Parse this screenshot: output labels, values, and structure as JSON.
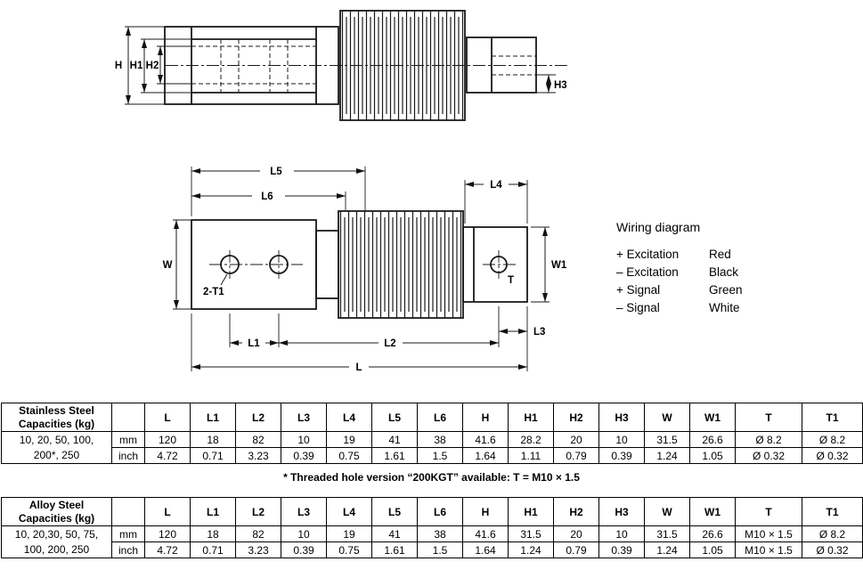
{
  "dims": {
    "H": "H",
    "H1": "H1",
    "H2": "H2",
    "H3": "H3",
    "L": "L",
    "L1": "L1",
    "L2": "L2",
    "L3": "L3",
    "L4": "L4",
    "L5": "L5",
    "L6": "L6",
    "W": "W",
    "W1": "W1",
    "T": "T",
    "T1_callout": "2-T1"
  },
  "wiring": {
    "title": "Wiring diagram",
    "rows": [
      {
        "signal": "+ Excitation",
        "color": "Red"
      },
      {
        "signal": "– Excitation",
        "color": "Black"
      },
      {
        "signal": "+ Signal",
        "color": "Green"
      },
      {
        "signal": "– Signal",
        "color": "White"
      }
    ]
  },
  "tables": [
    {
      "title": "Stainless Steel\nCapacities (kg)",
      "capacities": "10, 20, 50, 100,\n200*, 250",
      "columns": [
        "L",
        "L1",
        "L2",
        "L3",
        "L4",
        "L5",
        "L6",
        "H",
        "H1",
        "H2",
        "H3",
        "W",
        "W1",
        "T",
        "T1"
      ],
      "rows": [
        {
          "unit": "mm",
          "values": [
            "120",
            "18",
            "82",
            "10",
            "19",
            "41",
            "38",
            "41.6",
            "28.2",
            "20",
            "10",
            "31.5",
            "26.6",
            "Ø 8.2",
            "Ø 8.2"
          ]
        },
        {
          "unit": "inch",
          "values": [
            "4.72",
            "0.71",
            "3.23",
            "0.39",
            "0.75",
            "1.61",
            "1.5",
            "1.64",
            "1.11",
            "0.79",
            "0.39",
            "1.24",
            "1.05",
            "Ø 0.32",
            "Ø 0.32"
          ]
        }
      ]
    },
    {
      "title": "Alloy Steel\nCapacities (kg)",
      "capacities": "10, 20,30, 50, 75,\n100, 200, 250",
      "columns": [
        "L",
        "L1",
        "L2",
        "L3",
        "L4",
        "L5",
        "L6",
        "H",
        "H1",
        "H2",
        "H3",
        "W",
        "W1",
        "T",
        "T1"
      ],
      "rows": [
        {
          "unit": "mm",
          "values": [
            "120",
            "18",
            "82",
            "10",
            "19",
            "41",
            "38",
            "41.6",
            "31.5",
            "20",
            "10",
            "31.5",
            "26.6",
            "M10 × 1.5",
            "Ø 8.2"
          ]
        },
        {
          "unit": "inch",
          "values": [
            "4.72",
            "0.71",
            "3.23",
            "0.39",
            "0.75",
            "1.61",
            "1.5",
            "1.64",
            "1.24",
            "0.79",
            "0.39",
            "1.24",
            "1.05",
            "M10 × 1.5",
            "Ø 0.32"
          ]
        }
      ]
    }
  ],
  "footnote": "* Threaded hole version “200KGT” available: T = M10 × 1.5"
}
